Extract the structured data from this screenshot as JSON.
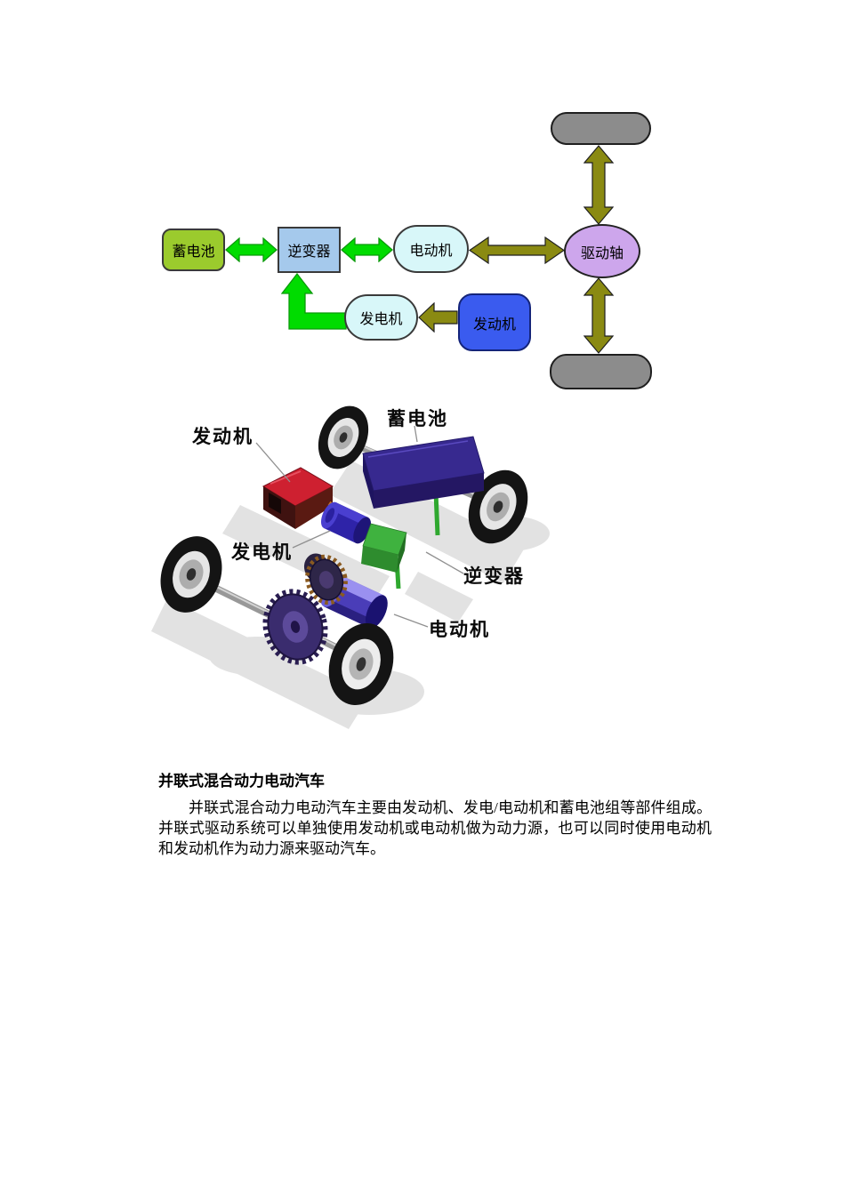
{
  "document": {
    "heading": "并联式混合动力电动汽车",
    "paragraph": "并联式混合动力电动汽车主要由发动机、发电/电动机和蓄电池组等部件组成。并联式驱动系统可以单独使用发动机或电动机做为动力源，也可以同时使用电动机和发动机作为动力源来驱动汽车。"
  },
  "block_diagram": {
    "nodes": {
      "battery": "蓄电池",
      "inverter": "逆变器",
      "motor": "电动机",
      "generator": "发电机",
      "engine": "发动机",
      "drive_axle": "驱动轴"
    },
    "colors": {
      "battery_fill": "#9BCB2D",
      "inverter_fill": "#A5C9EC",
      "motor_generator_fill": "#D8F7F9",
      "engine_fill": "#3A5BEF",
      "drive_axle_fill": "#CDA6EC",
      "wheel_fill": "#8C8C8C",
      "arrow_green": "#00DC00",
      "arrow_olive": "#8A8A12"
    }
  },
  "illustration": {
    "labels": {
      "engine": "发动机",
      "battery": "蓄电池",
      "generator": "发电机",
      "inverter": "逆变器",
      "motor": "电动机"
    }
  }
}
